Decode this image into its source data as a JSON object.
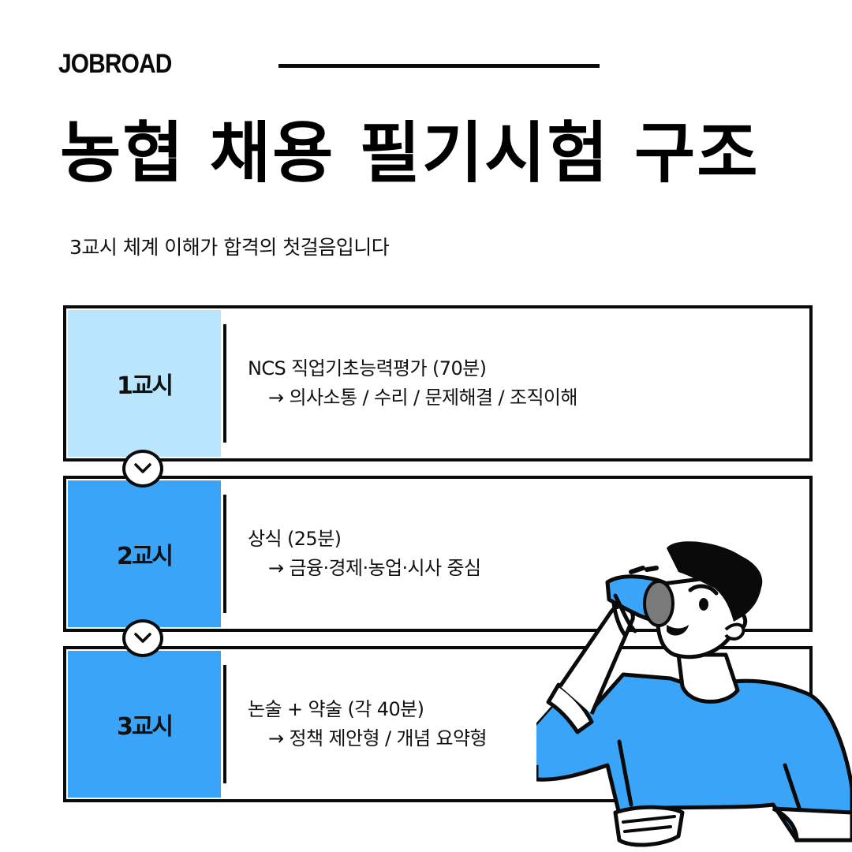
{
  "header": {
    "brand": "JOBROAD",
    "title": "농협 채용 필기시험 구조",
    "subtitle": "3교시 체계 이해가 합격의 첫걸음입니다"
  },
  "periods": [
    {
      "label": "1교시",
      "color": "#B9E6FD",
      "title": "NCS 직업기초능력평가 (70분)",
      "detail": "→ 의사소통 / 수리 / 문제해결 / 조직이해"
    },
    {
      "label": "2교시",
      "color": "#3AA5F8",
      "title": "상식 (25분)",
      "detail": "→ 금융·경제·농업·시사 중심"
    },
    {
      "label": "3교시",
      "color": "#3AA5F8",
      "title": "논술 + 약술 (각 40분)",
      "detail": "→ 정책 제안형 / 개념 요약형"
    }
  ],
  "icons": {
    "connector": "chevron-down-icon",
    "illustration": "person-with-binoculars"
  },
  "colors": {
    "light_blue": "#B9E6FD",
    "blue": "#3AA5F8",
    "ink": "#0A0A0A"
  }
}
